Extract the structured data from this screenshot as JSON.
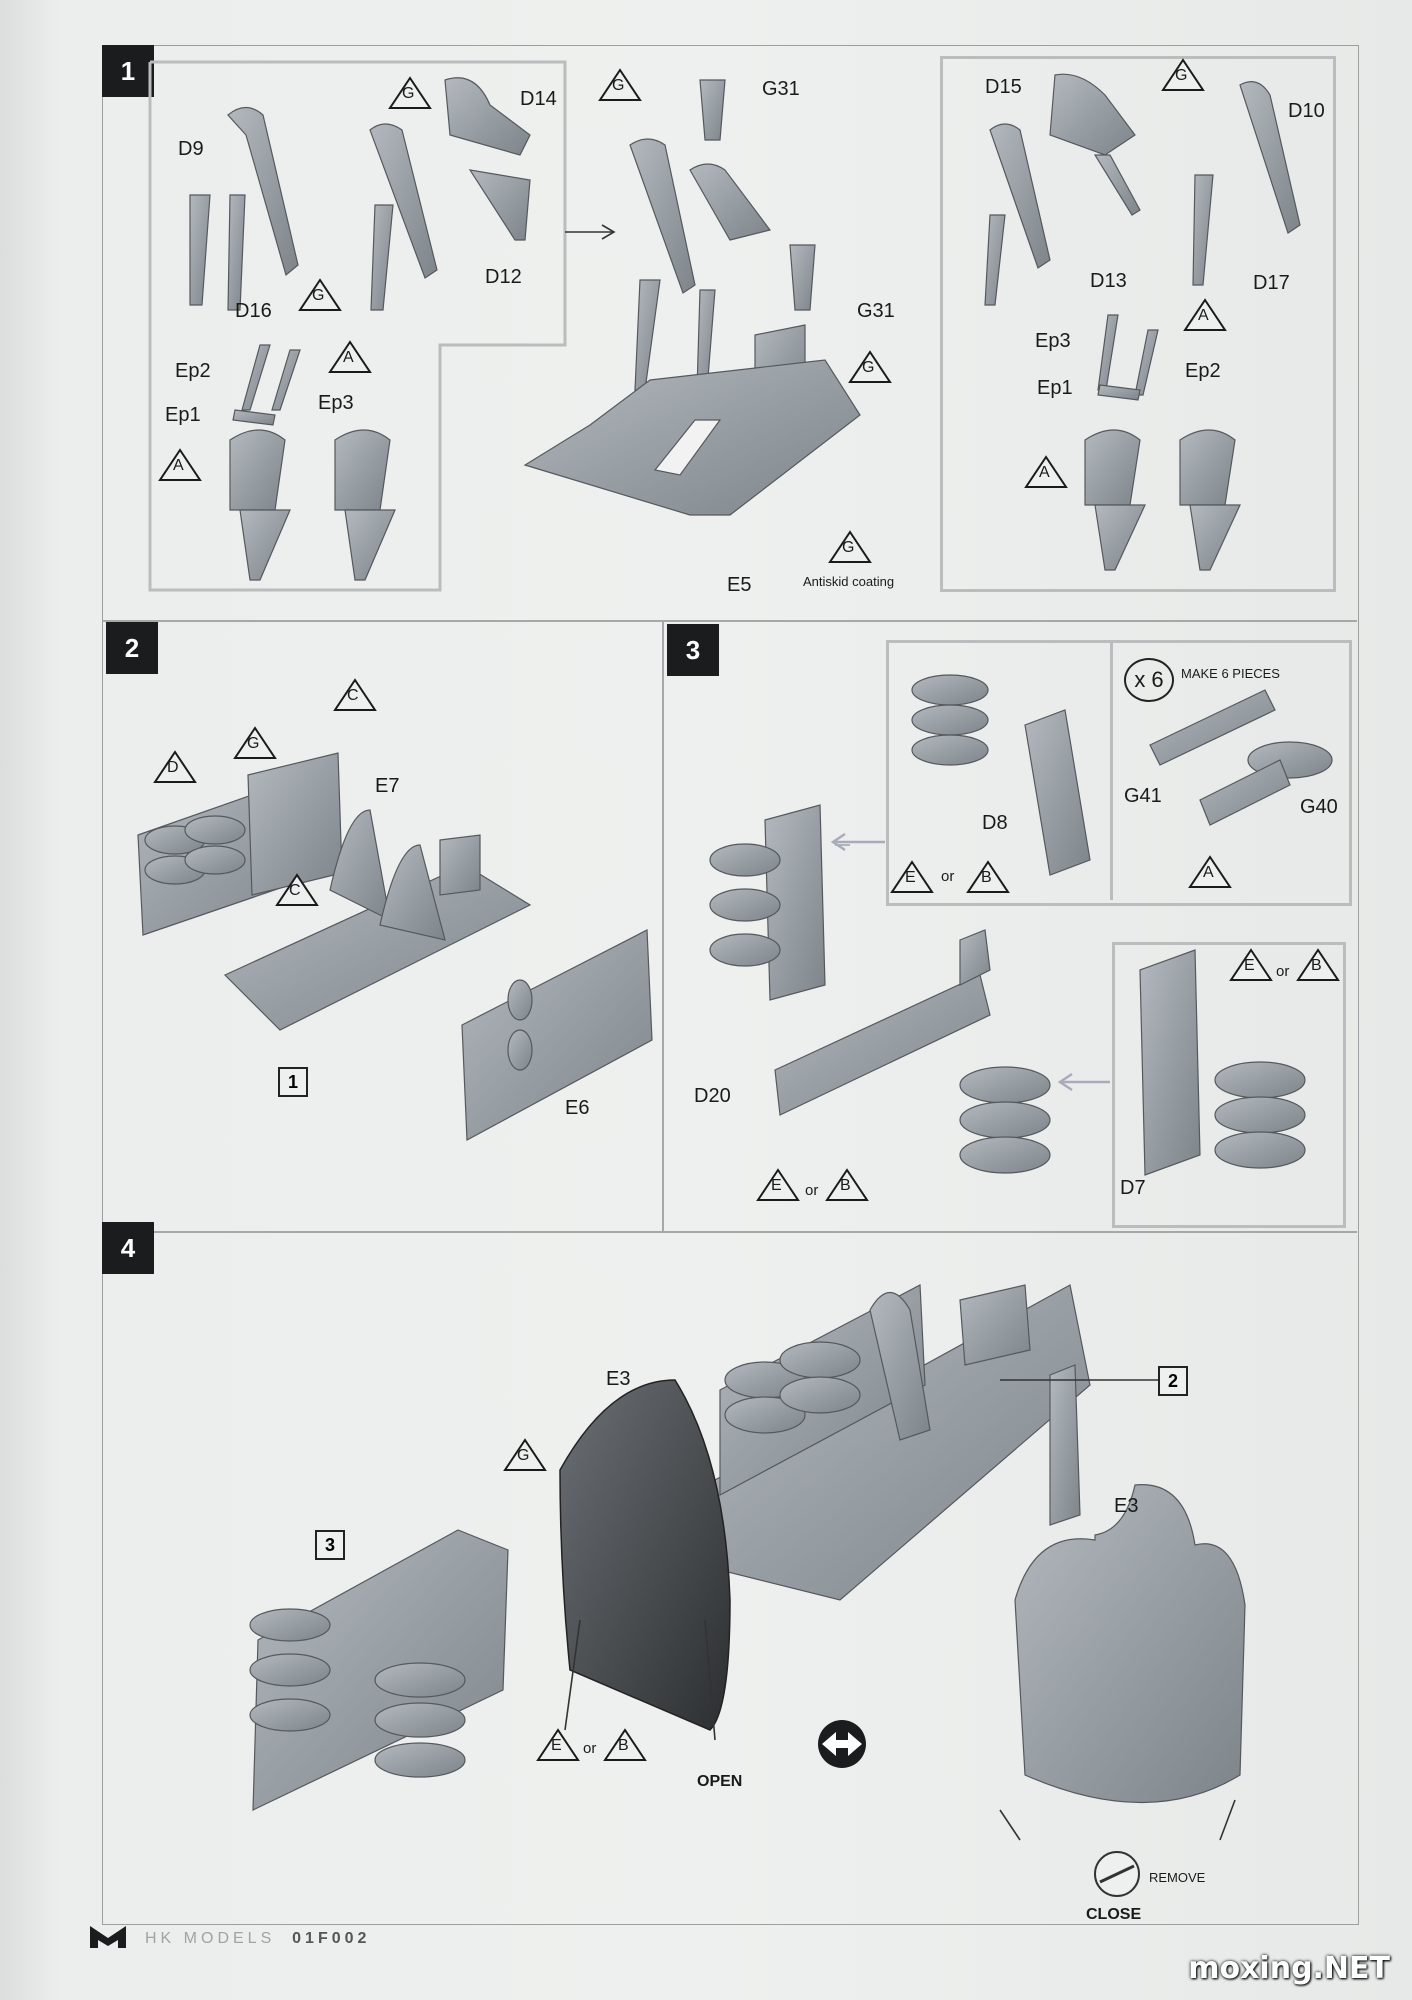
{
  "steps": {
    "s1": "1",
    "s2": "2",
    "s3": "3",
    "s4": "4"
  },
  "labels": {
    "D9": "D9",
    "D14": "D14",
    "D16": "D16",
    "D12": "D12",
    "Ep2_l": "Ep2",
    "Ep1_l": "Ep1",
    "Ep3_l": "Ep3",
    "G31a": "G31",
    "G31b": "G31",
    "E5": "E5",
    "antiskid": "Antiskid coating",
    "D15": "D15",
    "D10": "D10",
    "D13": "D13",
    "D17": "D17",
    "Ep3_r": "Ep3",
    "Ep1_r": "Ep1",
    "Ep2_r": "Ep2",
    "E7": "E7",
    "E6": "E6",
    "D8": "D8",
    "x6": "x 6",
    "make6": "MAKE 6 PIECES",
    "G41": "G41",
    "G40": "G40",
    "D20": "D20",
    "D7": "D7",
    "E3a": "E3",
    "E3b": "E3",
    "open": "OPEN",
    "close": "CLOSE",
    "remove": "REMOVE",
    "or": "or"
  },
  "colors": {
    "A": "A",
    "C": "C",
    "D": "D",
    "E": "E",
    "G": "G",
    "B": "B"
  },
  "refs": {
    "r1": "1",
    "r2": "2",
    "r3": "3"
  },
  "footer": {
    "brand": "HK MODELS",
    "code": "01F002"
  },
  "watermark": "moxing.NET"
}
